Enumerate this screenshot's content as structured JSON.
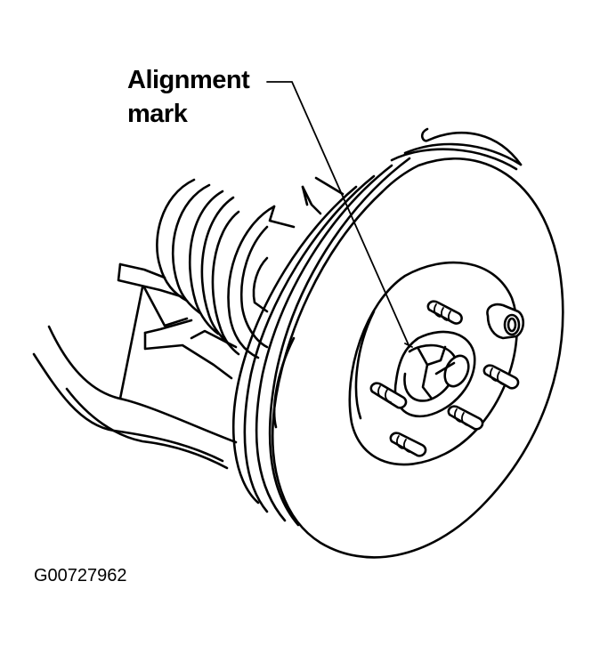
{
  "diagram": {
    "subject": "Front axle hub with brake disc rotor and drive shaft",
    "callouts": [
      {
        "line1": "Alignment",
        "line2": "mark",
        "points_to": "hub/rotor alignment mark"
      }
    ],
    "figure_code": "G00727962",
    "parts_depicted": [
      "brake-disc-rotor",
      "axle-hub",
      "wheel-studs",
      "drive-shaft-boot",
      "suspension-arm",
      "steering-knuckle"
    ],
    "stud_count": 6,
    "colors": {
      "line": "#000000",
      "background": "#ffffff"
    }
  }
}
